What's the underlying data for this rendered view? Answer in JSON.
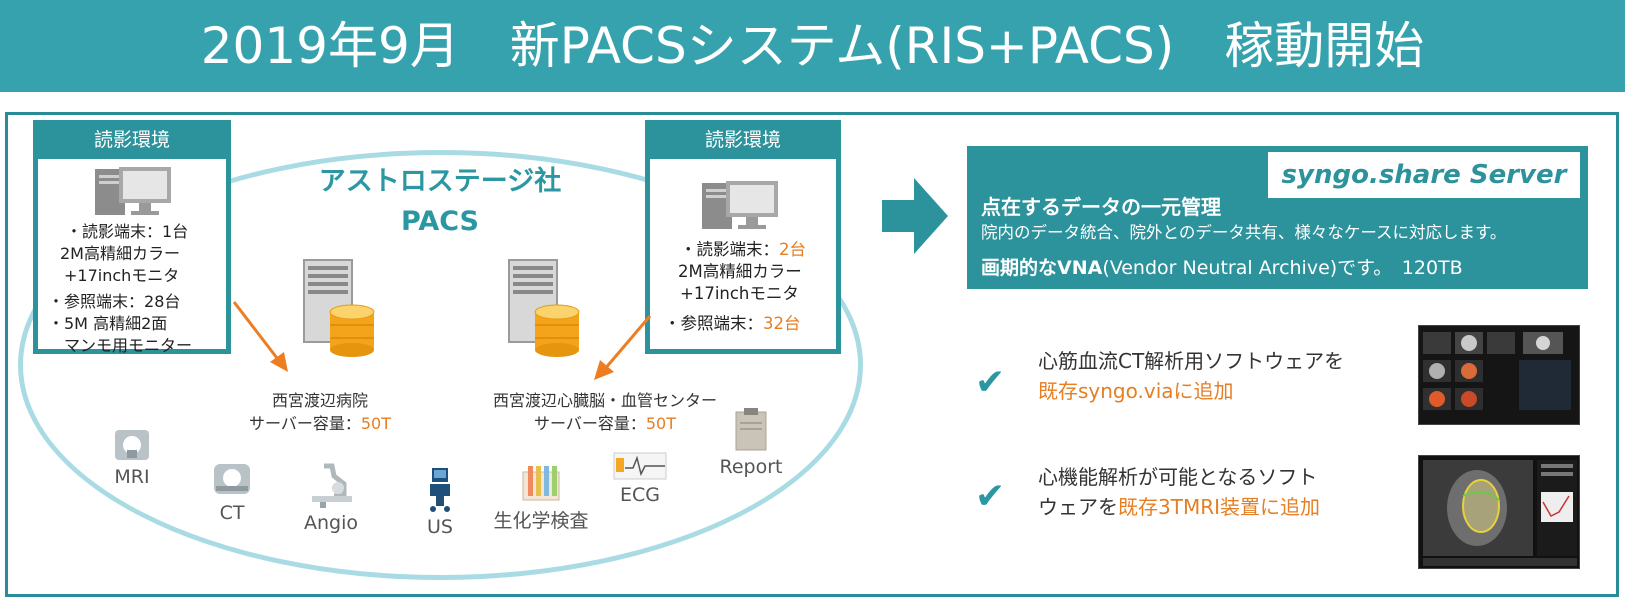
{
  "header": {
    "title": "2019年9月　新PACSシステム(RIS+PACS)　稼動開始"
  },
  "left_box": {
    "title": "読影環境",
    "lines": [
      {
        "pre": "・読影端末：",
        "val": "1台",
        "highlight": false
      },
      {
        "pre": "2M高精細カラー",
        "val": "",
        "highlight": false
      },
      {
        "pre": "+17inchモニタ",
        "val": "",
        "highlight": false
      },
      {
        "pre": "・参照端末：",
        "val": "28台",
        "highlight": false
      },
      {
        "pre": "・5M 高精細2面",
        "val": "",
        "highlight": false
      },
      {
        "pre": "マンモ用モニター",
        "val": "",
        "highlight": false
      }
    ]
  },
  "right_box": {
    "title": "読影環境",
    "lines": [
      {
        "pre": "・読影端末：",
        "val": "2台",
        "highlight": true
      },
      {
        "pre": "2M高精細カラー",
        "val": "",
        "highlight": false
      },
      {
        "pre": "+17inchモニタ",
        "val": "",
        "highlight": false
      },
      {
        "pre": "・参照端末：",
        "val": "32台",
        "highlight": true
      }
    ]
  },
  "company": {
    "line1": "アストロステージ社",
    "line2": "PACS"
  },
  "servers": [
    {
      "name": "西宮渡辺病院",
      "capacity_label": "サーバー容量：",
      "capacity": "50T"
    },
    {
      "name": "西宮渡辺心臓脳・血管センター",
      "capacity_label": "サーバー容量：",
      "capacity": "50T"
    }
  ],
  "modalities": [
    {
      "label": "MRI",
      "icon": "mri-icon"
    },
    {
      "label": "CT",
      "icon": "ct-icon"
    },
    {
      "label": "Angio",
      "icon": "angio-icon"
    },
    {
      "label": "US",
      "icon": "ultrasound-icon"
    },
    {
      "label": "生化学検査",
      "icon": "lab-test-icon"
    },
    {
      "label": "ECG",
      "icon": "ecg-icon"
    },
    {
      "label": "Report",
      "icon": "report-icon"
    }
  ],
  "panel": {
    "badge": "syngo.share Server",
    "title": "点在するデータの一元管理",
    "line1": "院内のデータ統合、院外とのデータ共有、様々なケースに対応します。",
    "line2_bold": "画期的なVNA",
    "line2_rest": "(Vendor Neutral Archive)です。　120TB"
  },
  "features": [
    {
      "line1": "心筋血流CT解析用ソフトウェアを",
      "line2_pre": "",
      "line2_highlight": "既存syngo.viaに追加"
    },
    {
      "line1": "心機能解析が可能となるソフト",
      "line2_pre": "ウェアを",
      "line2_highlight": "既存3TMRI装置に追加"
    }
  ],
  "colors": {
    "teal": "#2c929c",
    "banner": "#36a2ae",
    "orange": "#e67e22",
    "ellipse": "#a9dbe4"
  }
}
